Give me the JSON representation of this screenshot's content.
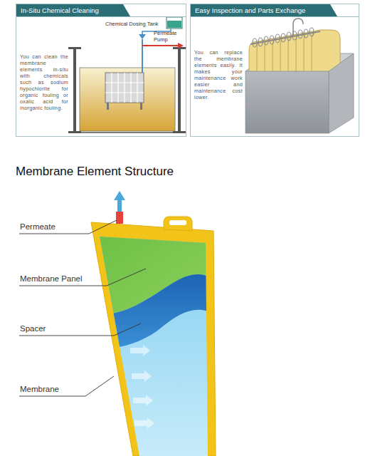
{
  "diagram": {
    "title": "Membrane Element Structure",
    "nodes": [
      {
        "text": [
          "In-Situ Chemical Cleaning",
          "You can clean the membrane elements in-situ with chemicals such as sodium hypochlorite for organic fouling or oxalic acid for inorganic fouling."
        ]
      },
      {
        "text": [
          "Easy Inspection and Parts Exchange",
          "You can replace the membrane elements easily. It makes your maintenance work easier and maintenance cost lower."
        ]
      }
    ],
    "labels": [
      "Chemical Dosing Tank",
      "Permeate Pump",
      "Permeate",
      "Membrane Panel",
      "Spacer",
      "Membrane"
    ]
  }
}
